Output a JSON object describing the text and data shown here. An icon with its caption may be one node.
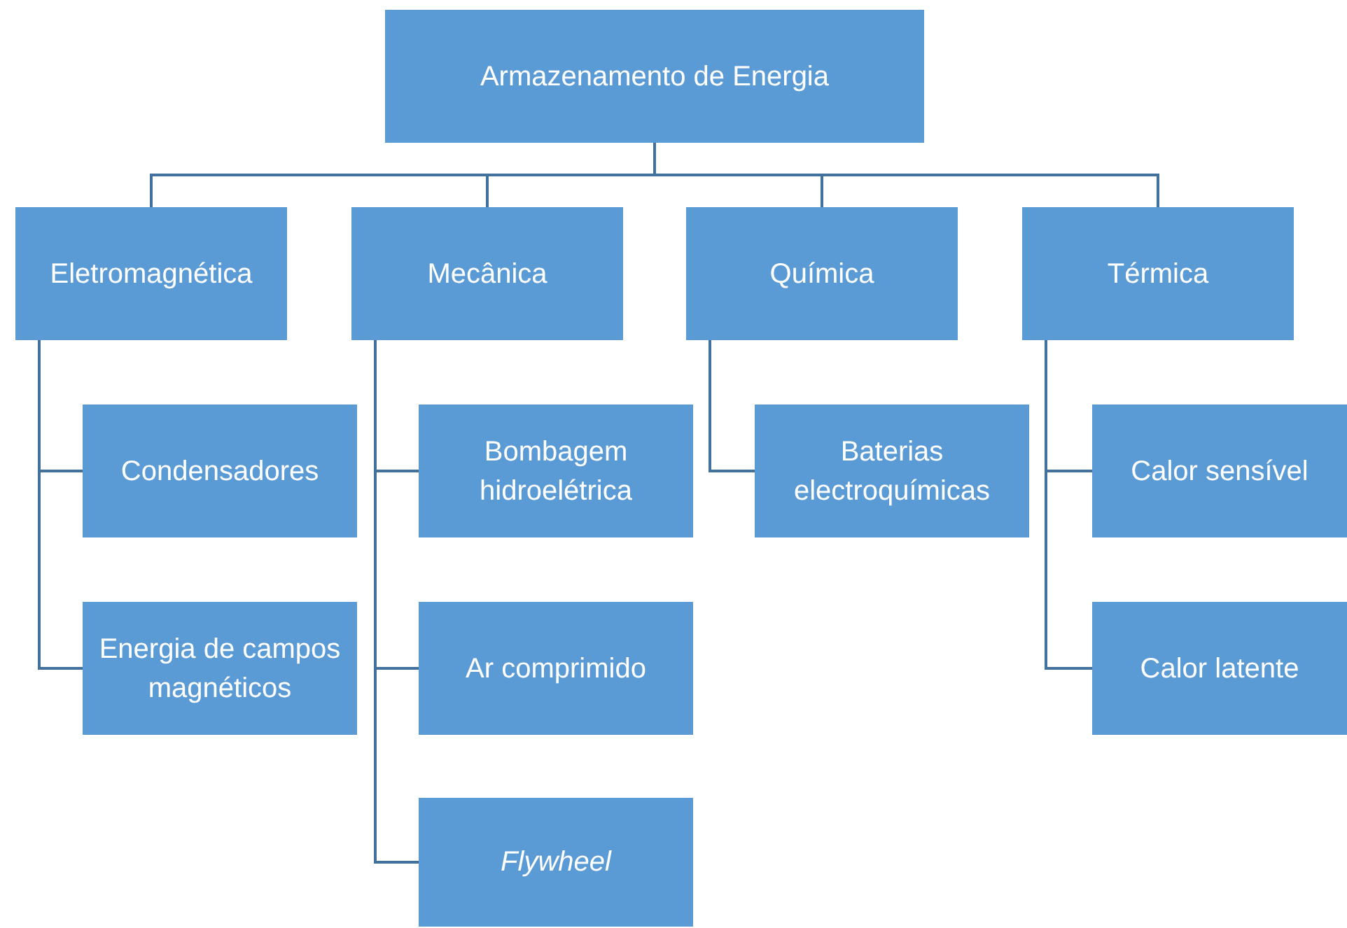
{
  "diagram": {
    "nodes": [
      {
        "text": [
          "Armazenamento de Energia"
        ]
      },
      {
        "text": [
          "Eletromagnética"
        ]
      },
      {
        "text": [
          "Mecânica"
        ]
      },
      {
        "text": [
          "Química"
        ]
      },
      {
        "text": [
          "Térmica"
        ]
      },
      {
        "text": [
          "Condensadores"
        ]
      },
      {
        "text": [
          "Energia de campos magnéticos"
        ]
      },
      {
        "text": [
          "Bombagem hidroelétrica"
        ]
      },
      {
        "text": [
          "Ar comprimido"
        ]
      },
      {
        "text": [
          "Flywheel"
        ]
      },
      {
        "text": [
          "Baterias electroquímicas"
        ]
      },
      {
        "text": [
          "Calor sensível"
        ]
      },
      {
        "text": [
          "Calor latente"
        ]
      }
    ],
    "edges": [
      {
        "from": 0,
        "to": 1,
        "arrow": "none"
      },
      {
        "from": 0,
        "to": 2,
        "arrow": "none"
      },
      {
        "from": 0,
        "to": 3,
        "arrow": "none"
      },
      {
        "from": 0,
        "to": 4,
        "arrow": "none"
      },
      {
        "from": 1,
        "to": 5,
        "arrow": "none"
      },
      {
        "from": 1,
        "to": 6,
        "arrow": "none"
      },
      {
        "from": 2,
        "to": 7,
        "arrow": "none"
      },
      {
        "from": 2,
        "to": 8,
        "arrow": "none"
      },
      {
        "from": 2,
        "to": 9,
        "arrow": "none"
      },
      {
        "from": 3,
        "to": 10,
        "arrow": "none"
      },
      {
        "from": 4,
        "to": 11,
        "arrow": "none"
      },
      {
        "from": 4,
        "to": 12,
        "arrow": "none"
      }
    ]
  }
}
